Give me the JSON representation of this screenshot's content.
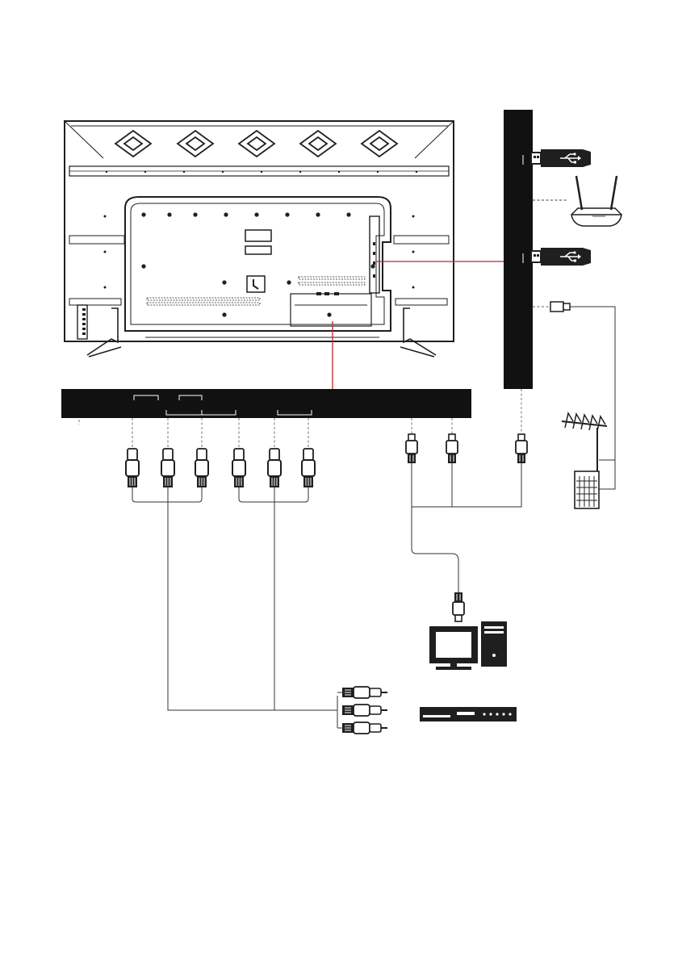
{
  "diagram": {
    "colors": {
      "ink": "#1f1f1f",
      "panel": "#111111",
      "leader": "#c0262b",
      "paper": "#ffffff",
      "line": "#333333"
    },
    "devices": [
      {
        "id": "tv-rear",
        "icon": "tv-rear-icon"
      },
      {
        "id": "side-panel",
        "icon": "side-connector-panel-icon"
      },
      {
        "id": "bottom-panel",
        "icon": "bottom-connector-panel-icon"
      },
      {
        "id": "usb-1",
        "icon": "usb-stick-icon"
      },
      {
        "id": "router",
        "icon": "wifi-router-icon"
      },
      {
        "id": "usb-2",
        "icon": "usb-stick-icon"
      },
      {
        "id": "antenna",
        "icon": "antenna-icon"
      },
      {
        "id": "wall-socket",
        "icon": "wall-socket-icon"
      },
      {
        "id": "computer",
        "icon": "computer-icon"
      },
      {
        "id": "dvd-player",
        "icon": "dvd-player-icon"
      }
    ]
  }
}
